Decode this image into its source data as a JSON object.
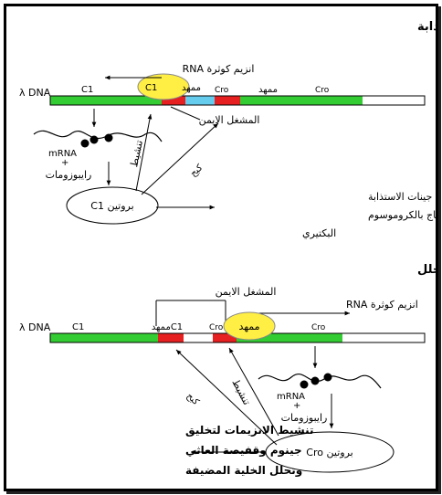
{
  "lysogeny": {
    "heading": "• حالة الاستذابة",
    "dna_label": "λ DNA",
    "c1_label": "C1",
    "c1_promoter": "ممهد",
    "c1_oval_label": "C1",
    "rna_polymerase": "انزيم كوثرة RNA",
    "cro_promoter": "ممهد",
    "cro_label1": "Cro",
    "cro_label2": "Cro",
    "right_operator": "المشغل الايمن",
    "mrna": "mRNA",
    "plus": "+",
    "ribosomes": "رايبوزومات",
    "protein": "بروتين C1",
    "activation": "تنشيط",
    "inhibition": "كبح",
    "result_lines": [
      "تنشيط جينات الاستذابة",
      "والاندماج بالكروموسوم",
      "البكتيري"
    ]
  },
  "lysis": {
    "heading": "• حالة التحلل",
    "dna_label": "λ DNA",
    "c1_label": "C1",
    "c1_promoter_label": "C1ممهد",
    "cro_label1": "Cro",
    "cro_promoter": "ممهد",
    "cro_label2": "Cro",
    "rna_polymerase": "انزيم كوثرة RNA",
    "right_operator": "المشغل الايمن",
    "mrna": "mRNA",
    "plus": "+",
    "ribosomes": "رايبوزومات",
    "protein": "بروتين Cro",
    "activation": "تنشيط",
    "inhibition": "كبح",
    "result_lines": [
      "تنشيط الانزيمات لتخليق",
      "جينوم وقفيصة العاثي",
      "وتحلل الخلية المضيفة"
    ]
  },
  "colors": {
    "gene": "#33cc33",
    "operator": "#e62020",
    "spacer": "#66ccee",
    "polymerase": "#ffee44"
  }
}
